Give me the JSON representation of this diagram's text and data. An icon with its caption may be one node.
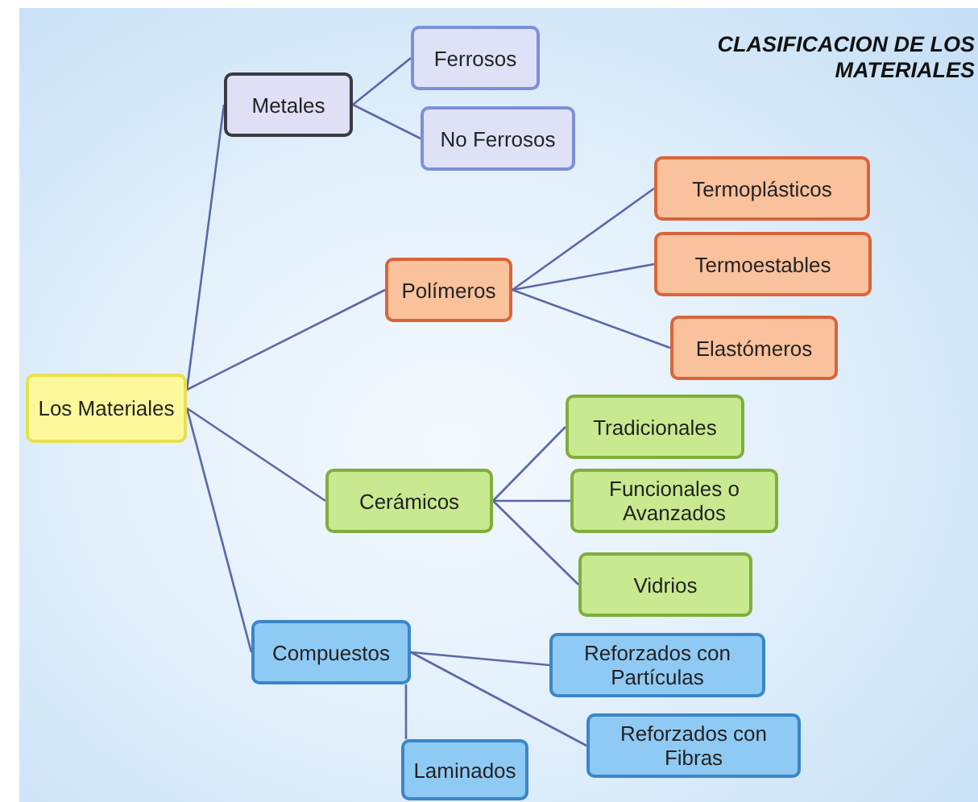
{
  "diagram": {
    "title": "CLASIFICACION DE LOS MATERIALES",
    "nodes": [
      {
        "text": [
          "Los Materiales"
        ]
      },
      {
        "text": [
          "Metales"
        ]
      },
      {
        "text": [
          "Ferrosos"
        ]
      },
      {
        "text": [
          "No Ferrosos"
        ]
      },
      {
        "text": [
          "Polímeros"
        ]
      },
      {
        "text": [
          "Termoplásticos"
        ]
      },
      {
        "text": [
          "Termoestables"
        ]
      },
      {
        "text": [
          "Elastómeros"
        ]
      },
      {
        "text": [
          "Cerámicos"
        ]
      },
      {
        "text": [
          "Tradicionales"
        ]
      },
      {
        "text": [
          "Funcionales o Avanzados"
        ]
      },
      {
        "text": [
          "Vidrios"
        ]
      },
      {
        "text": [
          "Compuestos"
        ]
      },
      {
        "text": [
          "Reforzados con Partículas"
        ]
      },
      {
        "text": [
          "Reforzados con Fibras"
        ]
      },
      {
        "text": [
          "Laminados"
        ]
      }
    ],
    "edges": [
      {
        "from": 0,
        "to": 1,
        "arrow": "none"
      },
      {
        "from": 0,
        "to": 4,
        "arrow": "none"
      },
      {
        "from": 0,
        "to": 8,
        "arrow": "none"
      },
      {
        "from": 0,
        "to": 12,
        "arrow": "none"
      },
      {
        "from": 1,
        "to": 2,
        "arrow": "none"
      },
      {
        "from": 1,
        "to": 3,
        "arrow": "none"
      },
      {
        "from": 4,
        "to": 5,
        "arrow": "none"
      },
      {
        "from": 4,
        "to": 6,
        "arrow": "none"
      },
      {
        "from": 4,
        "to": 7,
        "arrow": "none"
      },
      {
        "from": 8,
        "to": 9,
        "arrow": "none"
      },
      {
        "from": 8,
        "to": 10,
        "arrow": "none"
      },
      {
        "from": 8,
        "to": 11,
        "arrow": "none"
      },
      {
        "from": 12,
        "to": 13,
        "arrow": "none"
      },
      {
        "from": 12,
        "to": 14,
        "arrow": "none"
      },
      {
        "from": 12,
        "to": 15,
        "arrow": "none"
      }
    ]
  }
}
